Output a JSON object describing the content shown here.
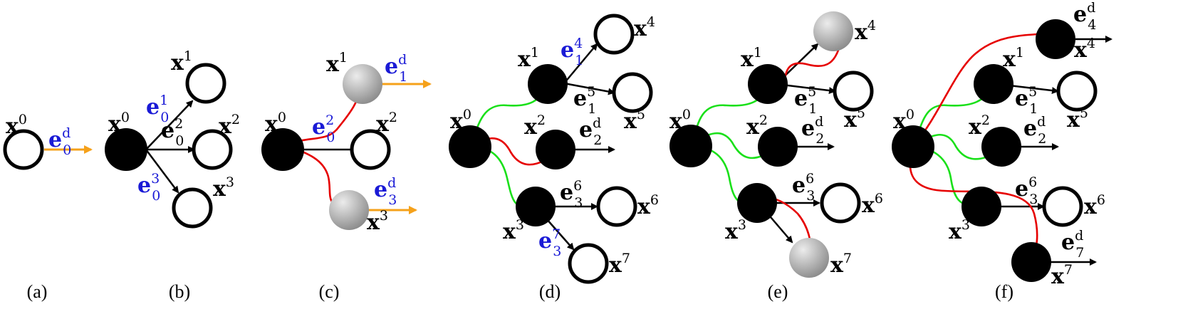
{
  "colors": {
    "node_dark": "#000000",
    "node_light": "#ffffff",
    "node_gray_a": "#e4e4e4",
    "node_gray_b": "#8a8a8a",
    "edge": "#000000",
    "edge_dir": "#f5a11a",
    "label_blue": "#1a1ad6",
    "path_red": "#e60000",
    "path_green": "#1ae01a"
  },
  "panels": [
    {
      "caption": "(a)"
    },
    {
      "caption": "(b)"
    },
    {
      "caption": "(c)"
    },
    {
      "caption": "(d)"
    },
    {
      "caption": "(e)"
    },
    {
      "caption": "(f)"
    }
  ],
  "node_letter": "x",
  "edge_letter": "e",
  "sup_d": "d"
}
